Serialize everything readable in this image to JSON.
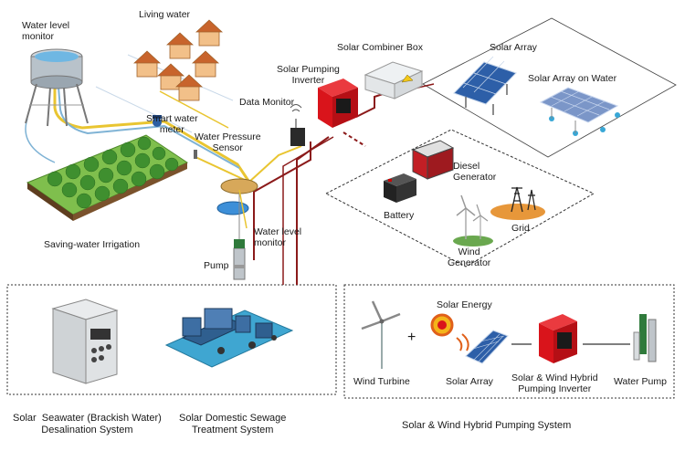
{
  "labels": {
    "water_level_monitor_top": "Water level\nmonitor",
    "living_water": "Living water",
    "smart_water_meter": "Smart water\nmeter",
    "water_pressure_sensor": "Water Pressure\nSensor",
    "data_monitor": "Data Monitor",
    "solar_pumping_inverter": "Solar Pumping\nInverter",
    "solar_combiner_box": "Solar Combiner Box",
    "solar_array": "Solar Array",
    "solar_array_on_water": "Solar Array on Water",
    "saving_water_irrigation": "Saving-water Irrigation",
    "water_level_monitor_bottom": "Water level\nmonitor",
    "pump": "Pump",
    "diesel_generator": "Diesel\nGenerator",
    "battery": "Battery",
    "grid": "Grid",
    "wind_generator": "Wind\nGenerator"
  },
  "hybrid": {
    "solar_energy": "Solar Energy",
    "wind_turbine": "Wind Turbine",
    "solar_array": "Solar Array",
    "inverter": "Solar & Wind Hybrid\nPumping Inverter",
    "water_pump": "Water Pump",
    "plus": "+"
  },
  "captions": {
    "desalination": "Solar  Seawater (Brackish Water)\nDesalination System",
    "sewage": "Solar Domestic Sewage\nTreatment System",
    "hybrid_system": "Solar & Wind Hybrid Pumping System"
  },
  "colors": {
    "pipe_yellow": "#e9c531",
    "pipe_blue": "#7fb3d5",
    "cable_red": "#8b1a1a",
    "inverter_red": "#d9141b",
    "grass": "#6aa84f"
  }
}
